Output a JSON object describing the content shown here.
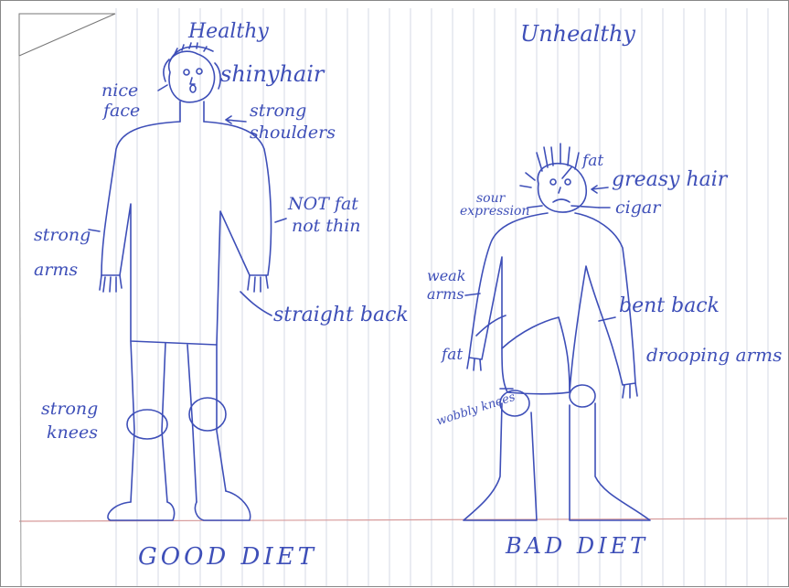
{
  "colors": {
    "ink": "#3e4fb8",
    "ruled_line": "#d5d9e6",
    "margin_line": "#d79a9a",
    "paper": "#ffffff"
  },
  "healthy": {
    "title": "Healthy",
    "labels": {
      "shiny_hair": "shinyhair",
      "nice_face_line1": "nice",
      "nice_face_line2": "face",
      "strong_shoulders_line1": "strong",
      "strong_shoulders_line2": "shoulders",
      "not_fat_line1": "NOT fat",
      "not_fat_line2": "not thin",
      "strong_arms_line1": "strong",
      "strong_arms_line2": "arms",
      "straight_back": "straight back",
      "strong_knees_line1": "strong",
      "strong_knees_line2": "knees"
    },
    "caption": "GOOD DIET"
  },
  "unhealthy": {
    "title": "Unhealthy",
    "labels": {
      "fat": "fat",
      "greasy_hair": "greasy hair",
      "sour_expression_line1": "sour",
      "sour_expression_line2": "expression",
      "cigar": "cigar",
      "weak_arms_line1": "weak",
      "weak_arms_line2": "arms",
      "bent_back": "bent back",
      "fat_belly": "fat",
      "drooping_arms": "drooping arms",
      "wobbly_knees": "wobbly knees"
    },
    "caption": "BAD DIET"
  }
}
